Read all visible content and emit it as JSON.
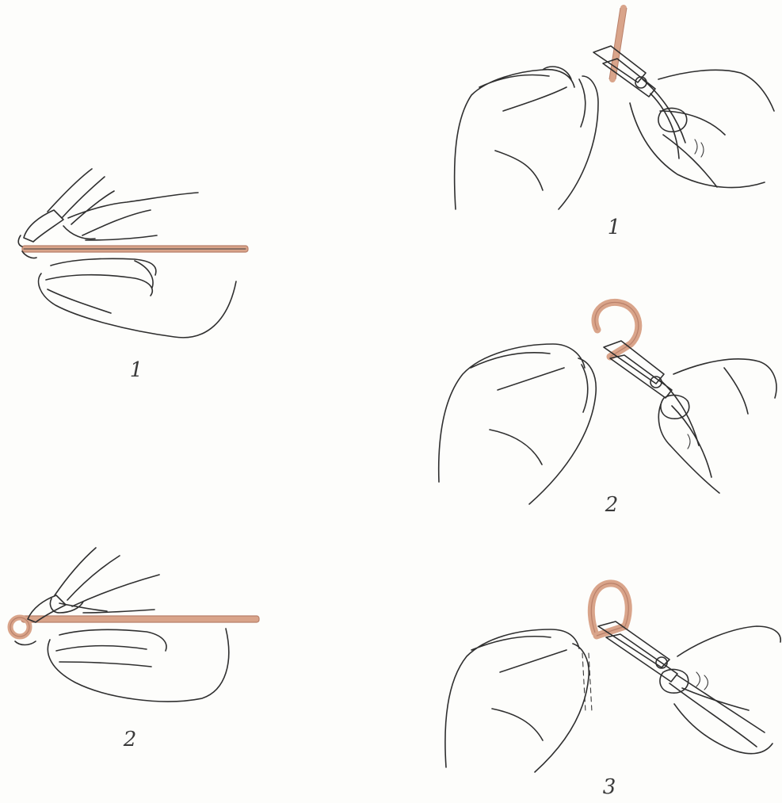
{
  "palette": {
    "ink": "#2f2f2f",
    "wire": "#d9a48a",
    "wire_edge": "#b9806a",
    "paper": "#fdfdfb"
  },
  "left_column": {
    "figures": [
      {
        "caption": "1",
        "depicts": "hand-holding-pliers-gripping-straight-wire-icon"
      },
      {
        "caption": "2",
        "depicts": "hand-holding-pliers-with-curled-wire-end-icon"
      }
    ]
  },
  "right_column": {
    "figures": [
      {
        "caption": "1",
        "depicts": "two-hands-pliers-gripping-wire-tip-icon"
      },
      {
        "caption": "2",
        "depicts": "two-hands-pliers-bending-wire-hook-icon"
      },
      {
        "caption": "3",
        "depicts": "two-hands-pliers-closing-wire-loop-icon"
      }
    ]
  }
}
